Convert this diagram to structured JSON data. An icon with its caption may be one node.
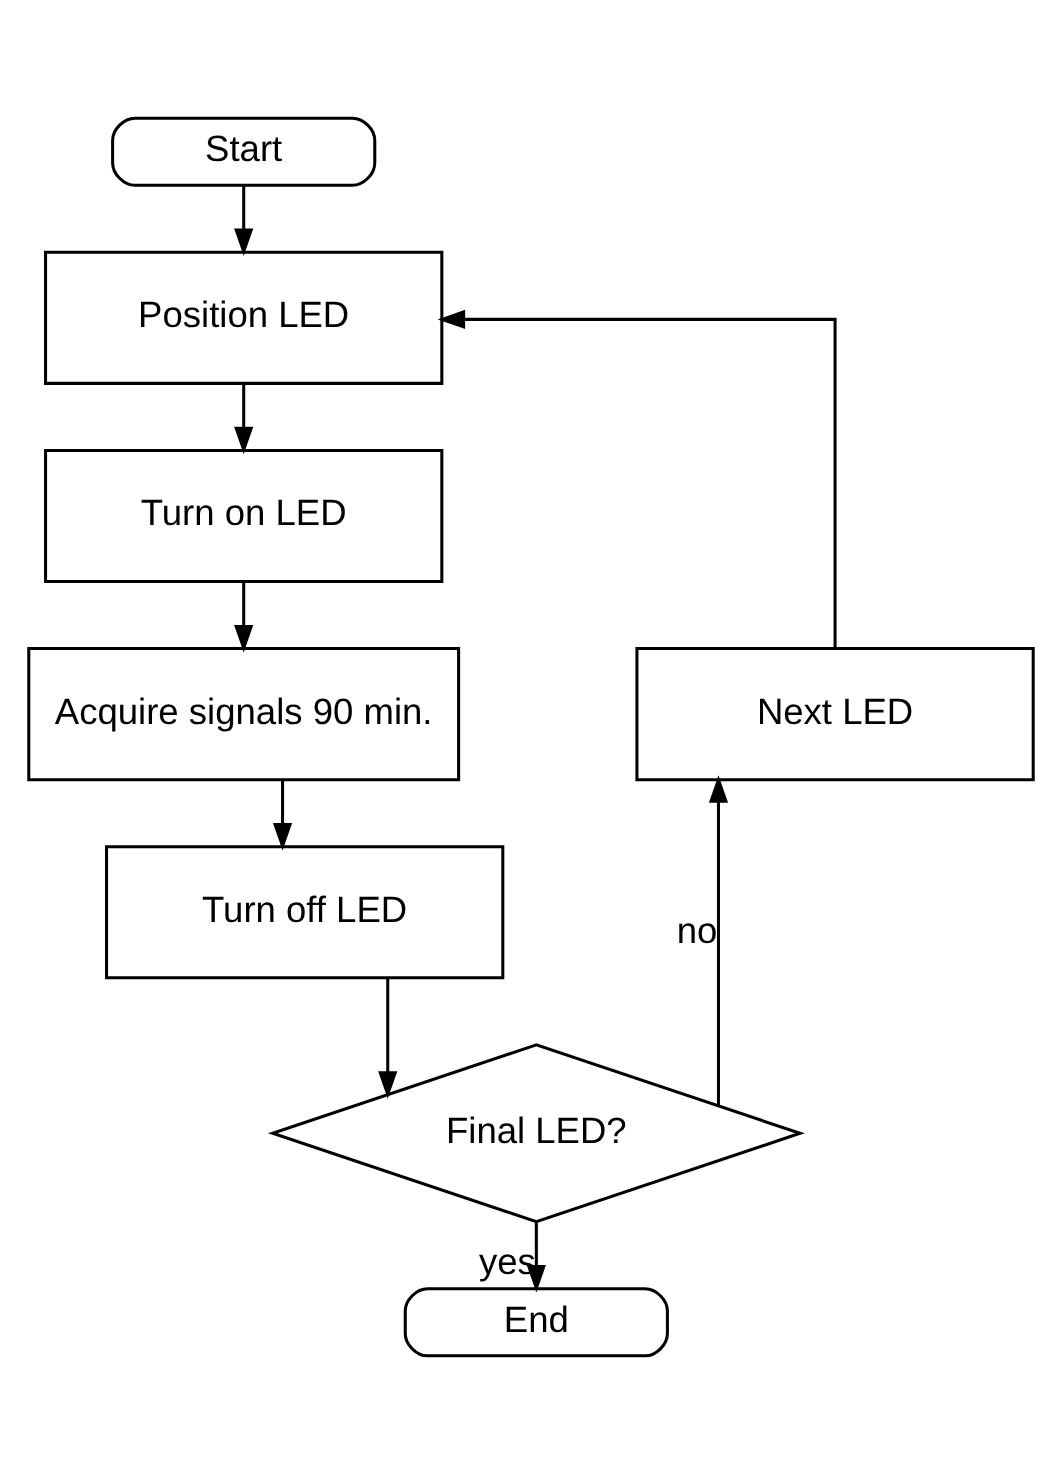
{
  "diagram": {
    "nodes": [
      {
        "text": [
          "Start"
        ]
      },
      {
        "text": [
          "Position LED"
        ]
      },
      {
        "text": [
          "Turn on LED"
        ]
      },
      {
        "text": [
          "Acquire signals 90 min."
        ]
      },
      {
        "text": [
          "Turn off LED"
        ]
      },
      {
        "text": [
          "Final LED?"
        ]
      },
      {
        "text": [
          "Next LED"
        ]
      },
      {
        "text": [
          "End"
        ]
      }
    ],
    "edges": [
      {
        "from": 0,
        "to": 1,
        "arrow": "to"
      },
      {
        "from": 1,
        "to": 2,
        "arrow": "to"
      },
      {
        "from": 2,
        "to": 3,
        "arrow": "to"
      },
      {
        "from": 3,
        "to": 4,
        "arrow": "to"
      },
      {
        "from": 4,
        "to": 5,
        "arrow": "to"
      },
      {
        "from": 5,
        "to": 6,
        "label": "no",
        "arrow": "to"
      },
      {
        "from": 6,
        "to": 1,
        "arrow": "to"
      },
      {
        "from": 5,
        "to": 7,
        "label": "yes",
        "arrow": "to"
      }
    ]
  }
}
